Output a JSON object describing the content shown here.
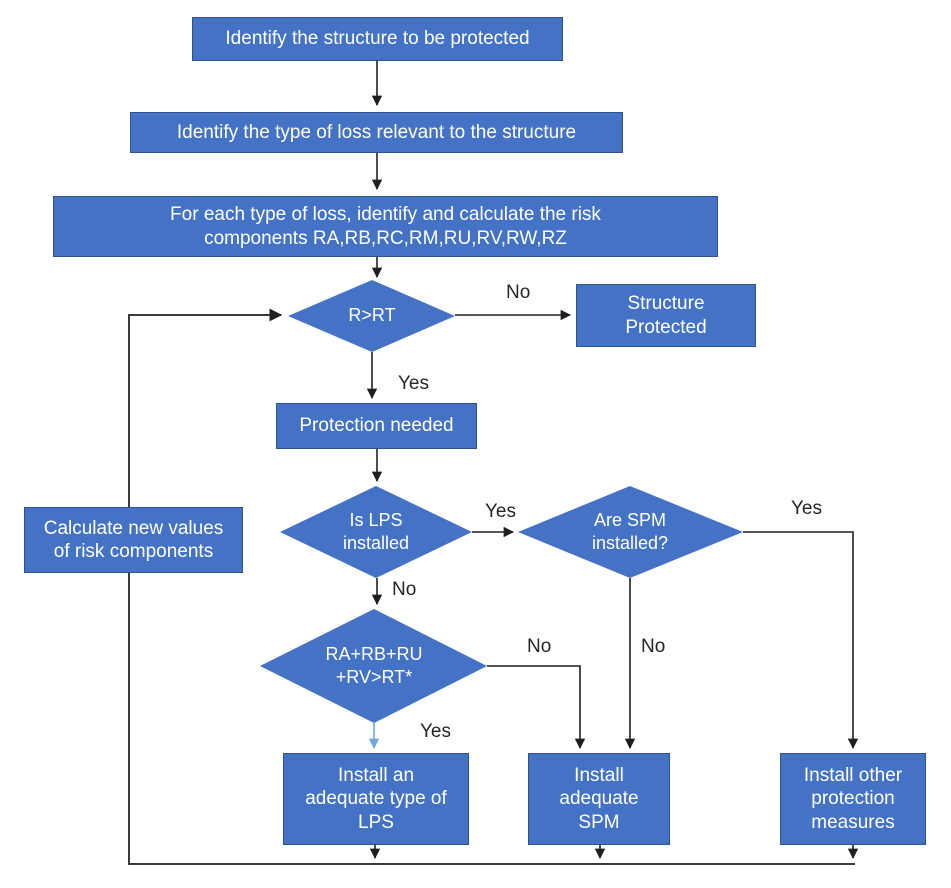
{
  "colors": {
    "node_fill": "#4472C4",
    "node_border": "#2F528F",
    "node_text": "#ffffff",
    "connector": "#1f1f1f",
    "connector_highlight": "#6FA8DC",
    "edge_label_text": "#262626",
    "cursor": "#8FAADC"
  },
  "nodes": {
    "identify_structure": {
      "label": "Identify the structure to be protected"
    },
    "identify_loss": {
      "label": "Identify the type of loss relevant to the structure"
    },
    "calc_risk_components": {
      "label": "For each type of loss, identify and calculate the risk\ncomponents RA,RB,RC,RM,RU,RV,RW,RZ"
    },
    "structure_protected": {
      "label": "Structure\nProtected"
    },
    "protection_needed": {
      "label": "Protection needed"
    },
    "calc_new_values": {
      "label": "Calculate new values\nof risk components"
    },
    "install_lps": {
      "label": "Install an\nadequate type of\nLPS"
    },
    "install_spm": {
      "label": "Install\nadequate\nSPM"
    },
    "install_other": {
      "label": "Install other\nprotection\nmeasures"
    }
  },
  "decisions": {
    "r_gt_rt": {
      "label": "R>RT"
    },
    "is_lps_installed": {
      "label": "Is LPS\ninstalled"
    },
    "are_spm_installed": {
      "label": "Are SPM\ninstalled?"
    },
    "ra_rb_ru_rv": {
      "label": "RA+RB+RU\n+RV>RT*"
    }
  },
  "edge_labels": {
    "r_gt_rt_no": "No",
    "r_gt_rt_yes": "Yes",
    "is_lps_yes": "Yes",
    "is_lps_no": "No",
    "are_spm_yes": "Yes",
    "are_spm_no": "No",
    "ra_no": "No",
    "ra_yes": "Yes"
  }
}
